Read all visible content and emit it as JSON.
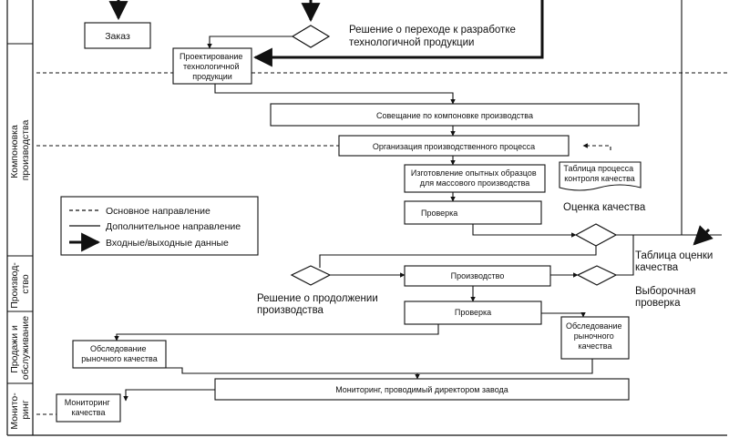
{
  "lanes": {
    "layout_lane": [
      "Компоновка",
      "производства"
    ],
    "production_lane": [
      "Производ-",
      "ство"
    ],
    "sales_lane": [
      "Продажи и",
      "обслуживание"
    ],
    "monitoring_lane": [
      "Монито-",
      "ринг"
    ]
  },
  "boxes": {
    "order": "Заказ",
    "design": [
      "Проектирование",
      "технологичной",
      "продукции"
    ],
    "layout_meeting": "Совещание по компоновке производства",
    "organization": "Организация производственного процесса",
    "prototypes": [
      "Изготовление опытных образцов",
      "для массового производства"
    ],
    "check1": "Проверка",
    "production": "Производство",
    "check2": "Проверка",
    "market_survey_right": [
      "Обследование",
      "рыночного",
      "качества"
    ],
    "market_survey_left": [
      "Обследование",
      "рыночного качества"
    ],
    "monitoring_director": "Мониторинг, проводимый директором завода",
    "monitoring_quality": [
      "Мониторинг",
      "качества"
    ],
    "process_table": [
      "Таблица процесса",
      "контроля качества"
    ]
  },
  "labels": {
    "decision_transition": [
      "Решение о переходе к разработке",
      "технологичной продукции"
    ],
    "quality_assessment": "Оценка качества",
    "assessment_table": [
      "Таблица оценки",
      "качества"
    ],
    "sample_check": [
      "Выборочная",
      "проверка"
    ],
    "decision_continue": [
      "Решение о продолжении",
      "производства"
    ]
  },
  "legend": {
    "main_direction": "Основное направление",
    "additional_direction": "Дополнительное направление",
    "io_data": "Входные/выходные данные"
  }
}
